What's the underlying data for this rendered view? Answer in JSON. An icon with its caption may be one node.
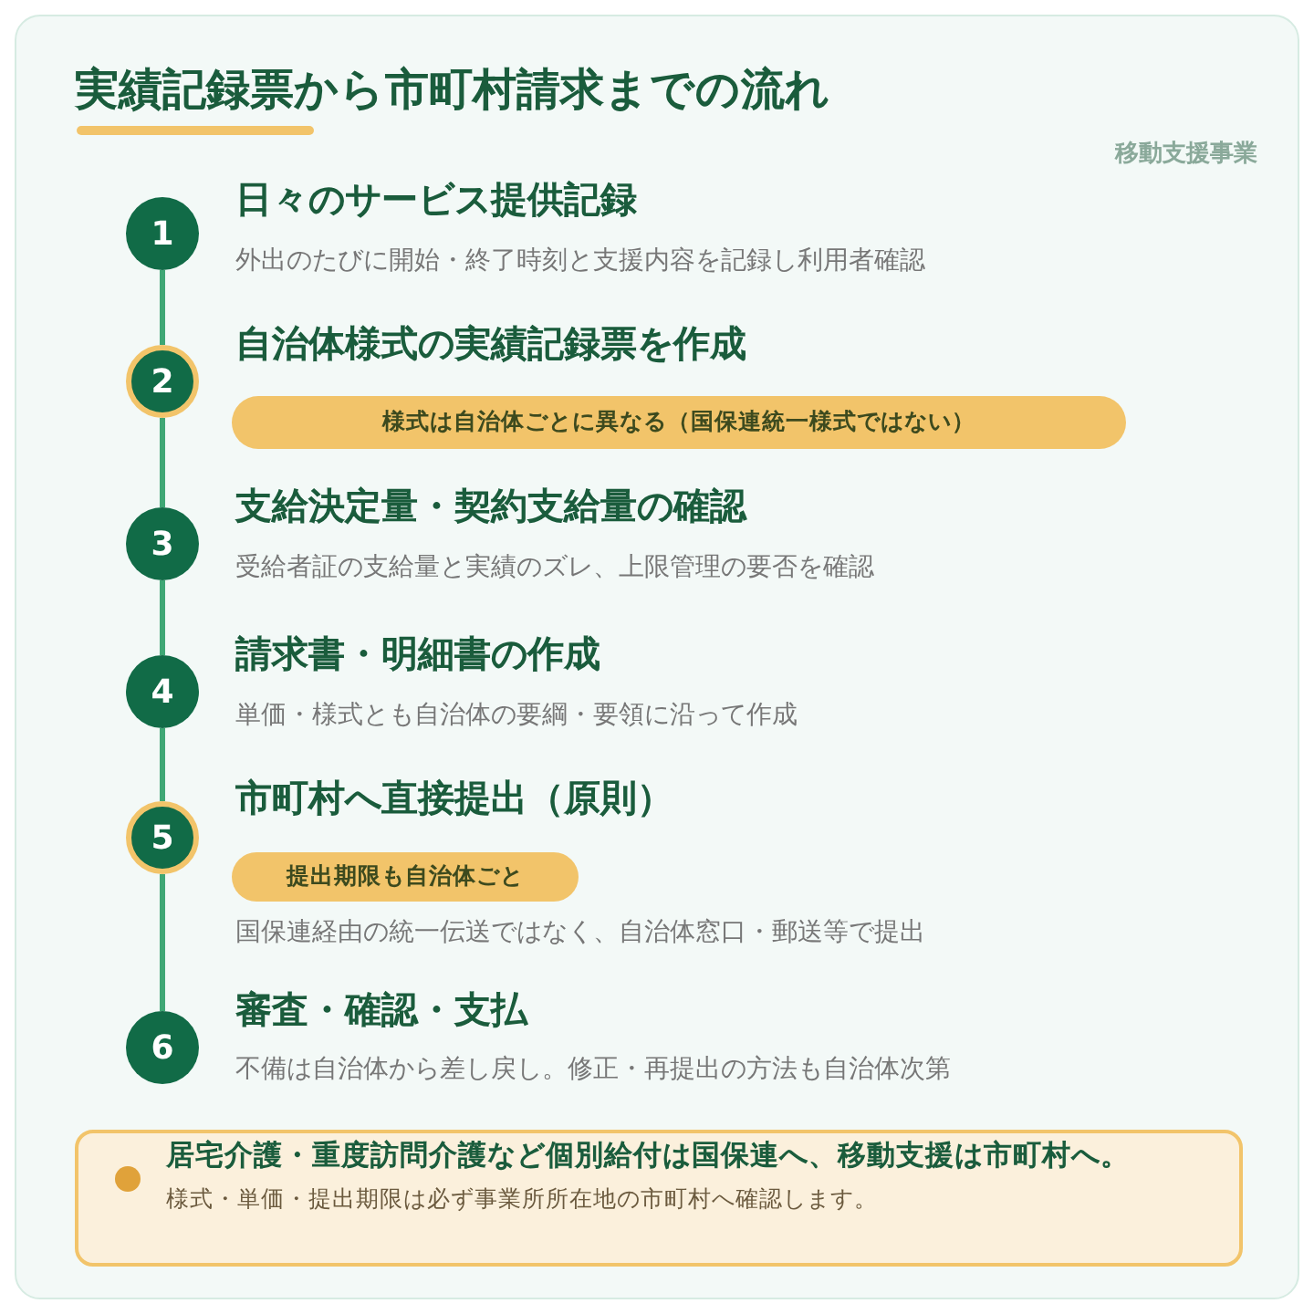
{
  "diagram": {
    "title": "実績記録票から市町村請求までの流れ",
    "nodes": [
      {
        "text": [
          "1"
        ],
        "beside": [
          "日々のサービス提供記録",
          "外出のたびに開始・終了時刻と支援内容を記録し利用者確認"
        ]
      },
      {
        "text": [
          "2"
        ],
        "beside": [
          "自治体様式の実績記録票を作成"
        ]
      },
      {
        "text": [
          "様式は自治体ごとに異なる（国保連統一様式ではない）"
        ]
      },
      {
        "text": [
          "3"
        ],
        "beside": [
          "支給決定量・契約支給量の確認",
          "受給者証の支給量と実績のズレ、上限管理の要否を確認"
        ]
      },
      {
        "text": [
          "4"
        ],
        "beside": [
          "請求書・明細書の作成",
          "単価・様式とも自治体の要綱・要領に沿って作成"
        ]
      },
      {
        "text": [
          "5"
        ],
        "beside": [
          "市町村へ直接提出（原則）"
        ]
      },
      {
        "text": [
          "提出期限も自治体ごと"
        ],
        "beside": [
          "国保連経由の統一伝送ではなく、自治体窓口・郵送等で提出"
        ]
      },
      {
        "text": [
          "6"
        ],
        "beside": [
          "審査・確認・支払",
          "不備は自治体から差し戻し。修正・再提出の方法も自治体次第"
        ]
      },
      {
        "text": [
          "居宅介護・重度訪問介護など個別給付は国保連へ、移動支援は市町村へ。",
          "様式・単価・提出期限は必ず事業所所在地の市町村へ確認します。"
        ]
      }
    ],
    "edges": [
      {
        "from": 0,
        "to": 1,
        "arrow": "none"
      },
      {
        "from": 1,
        "to": 3,
        "arrow": "none"
      },
      {
        "from": 3,
        "to": 4,
        "arrow": "none"
      },
      {
        "from": 4,
        "to": 5,
        "arrow": "none"
      },
      {
        "from": 5,
        "to": 7,
        "arrow": "none"
      }
    ],
    "labels": [
      "移動支援事業"
    ]
  }
}
